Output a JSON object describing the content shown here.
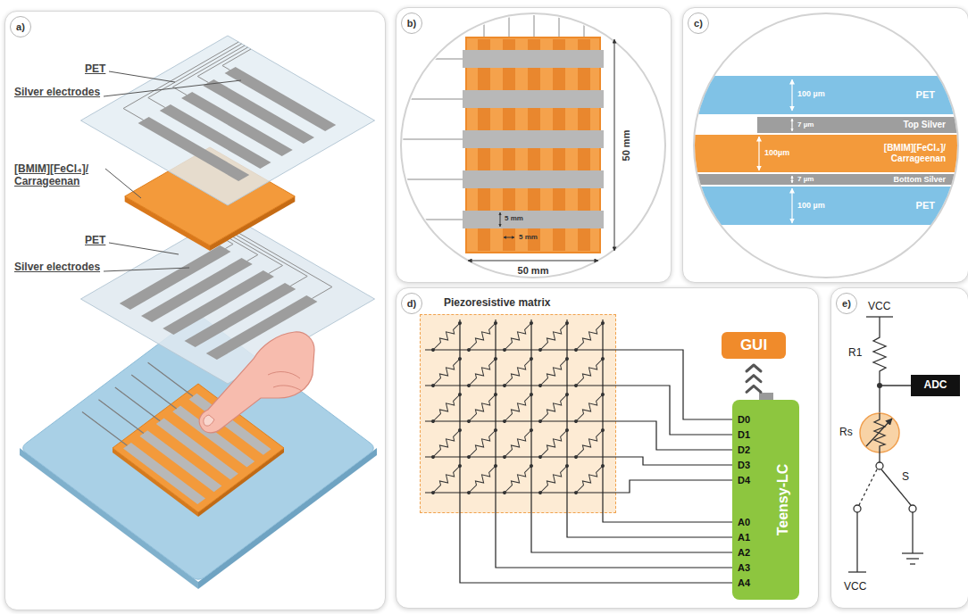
{
  "diagram": {
    "nodes": [
      {
        "text": [
          "a)"
        ]
      },
      {
        "text": [
          "b)"
        ]
      },
      {
        "text": [
          "c)"
        ]
      },
      {
        "text": [
          "PET"
        ],
        "in": 2
      },
      {
        "text": [
          "Top Silver"
        ],
        "in": 2
      },
      {
        "text": [
          "[BMIM][FeCl₄]/ Carrageenan"
        ],
        "in": 2
      },
      {
        "text": [
          "Bottom Silver"
        ],
        "in": 2
      },
      {
        "text": [
          "PET"
        ],
        "in": 2
      },
      {
        "text": [
          "d)"
        ]
      },
      {
        "text": [
          "Piezoresistive matrix"
        ],
        "in": 8
      },
      {
        "text": [
          "GUI"
        ],
        "in": 8
      },
      {
        "text": [
          "Teensy-LC",
          "D0",
          "D1",
          "D2",
          "D3",
          "D4",
          "A0",
          "A1",
          "A2",
          "A3",
          "A4"
        ],
        "in": 8
      },
      {
        "text": [
          "e)"
        ]
      },
      {
        "text": [
          "ADC"
        ],
        "in": 12
      }
    ],
    "edges": [
      {
        "from": 11,
        "to": 10,
        "arrow": "to"
      },
      {
        "from": 9,
        "to": 11,
        "arrow": "none"
      },
      {
        "from": 9,
        "to": 11,
        "arrow": "none"
      },
      {
        "from": 9,
        "to": 11,
        "arrow": "none"
      },
      {
        "from": 9,
        "to": 11,
        "arrow": "none"
      },
      {
        "from": 9,
        "to": 11,
        "arrow": "none"
      },
      {
        "from": 9,
        "to": 11,
        "arrow": "none"
      },
      {
        "from": 9,
        "to": 11,
        "arrow": "none"
      },
      {
        "from": 9,
        "to": 11,
        "arrow": "none"
      },
      {
        "from": 9,
        "to": 11,
        "arrow": "none"
      },
      {
        "from": 9,
        "to": 11,
        "arrow": "none"
      }
    ],
    "labels": [
      "PET",
      "Silver electrodes",
      "[BMIM][FeCl₄]/ Carrageenan",
      "PET",
      "Silver electrodes",
      "5 mm",
      "5 mm",
      "50 mm",
      "50 mm",
      "100 µm",
      "7 µm",
      "100µm",
      "7 µm",
      "100 µm",
      "VCC",
      "R1",
      "Rs",
      "S",
      "VCC"
    ]
  }
}
